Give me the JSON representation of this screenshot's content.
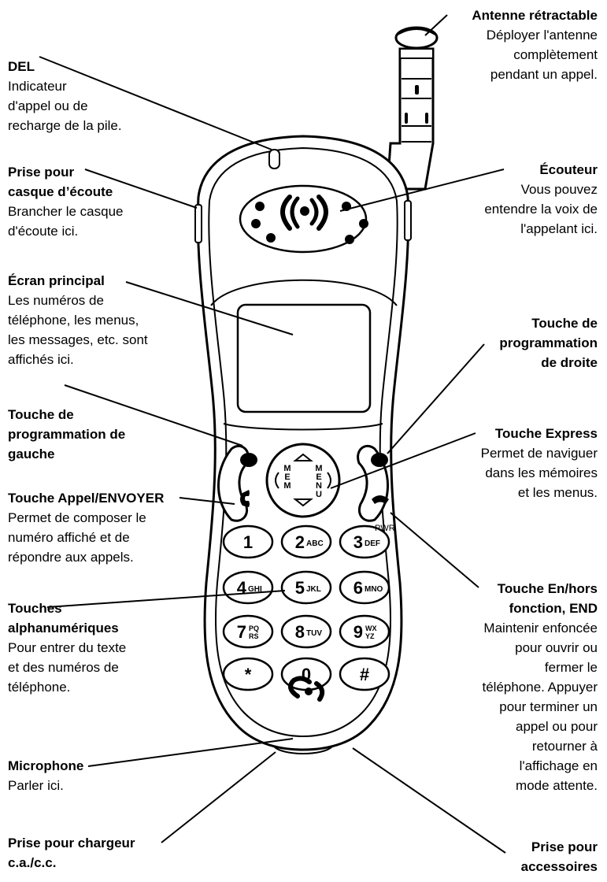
{
  "labels": {
    "del": {
      "title": "DEL",
      "desc": [
        "Indicateur",
        "d'appel ou de",
        "recharge de la pile."
      ]
    },
    "headset": {
      "title": [
        "Prise pour",
        "casque d’écoute"
      ],
      "desc": [
        "Brancher le casque",
        "d'écoute ici."
      ]
    },
    "screen": {
      "title": "Écran principal",
      "desc": [
        "Les numéros de",
        "téléphone, les menus,",
        "les messages, etc. sont",
        "affichés ici."
      ]
    },
    "left_soft": {
      "title": [
        "Touche de",
        "programmation de",
        "gauche"
      ]
    },
    "send": {
      "title": "Touche Appel/ENVOYER",
      "desc": [
        "Permet de composer le",
        "numéro affiché et de",
        "répondre aux appels."
      ]
    },
    "alnum": {
      "title": [
        "Touches",
        "alphanumériques"
      ],
      "desc": [
        "Pour entrer du texte",
        "et des numéros de",
        "téléphone."
      ]
    },
    "mic": {
      "title": "Microphone",
      "desc": [
        "Parler ici."
      ]
    },
    "charger": {
      "title": [
        "Prise pour chargeur",
        "c.a./c.c."
      ]
    },
    "antenna": {
      "title": "Antenne rétractable",
      "desc": [
        "Déployer l'antenne",
        "complètement",
        "pendant un appel."
      ]
    },
    "earpiece": {
      "title": "Écouteur",
      "desc": [
        "Vous pouvez",
        "entendre la voix de",
        "l'appelant ici."
      ]
    },
    "right_soft": {
      "title": [
        "Touche de",
        "programmation",
        "de droite"
      ]
    },
    "express": {
      "title": "Touche Express",
      "desc": [
        "Permet de naviguer",
        "dans les mémoires",
        "et les menus."
      ]
    },
    "power": {
      "title": [
        "Touche En/hors",
        "fonction, END"
      ],
      "desc": [
        "Maintenir enfoncée",
        "pour ouvrir ou",
        "fermer le",
        "téléphone. Appuyer",
        "pour terminer un",
        "appel ou pour",
        "retourner à",
        "l'affichage en",
        "mode attente."
      ]
    },
    "accessories": {
      "title": [
        "Prise pour",
        "accessoires"
      ]
    }
  },
  "phone": {
    "nav_left": "MEM",
    "nav_right": "MENU",
    "pwr_label": "PWR",
    "keys": [
      {
        "main": "1",
        "sub": ""
      },
      {
        "main": "2",
        "sub": "ABC"
      },
      {
        "main": "3",
        "sub": "DEF"
      },
      {
        "main": "4",
        "sub": "GHI"
      },
      {
        "main": "5",
        "sub": "JKL"
      },
      {
        "main": "6",
        "sub": "MNO"
      },
      {
        "main": "7",
        "sub": "PQRS"
      },
      {
        "main": "8",
        "sub": "TUV"
      },
      {
        "main": "9",
        "sub": "WXYZ"
      },
      {
        "main": "*",
        "sub": ""
      },
      {
        "main": "0",
        "sub": ""
      },
      {
        "main": "#",
        "sub": ""
      }
    ]
  }
}
